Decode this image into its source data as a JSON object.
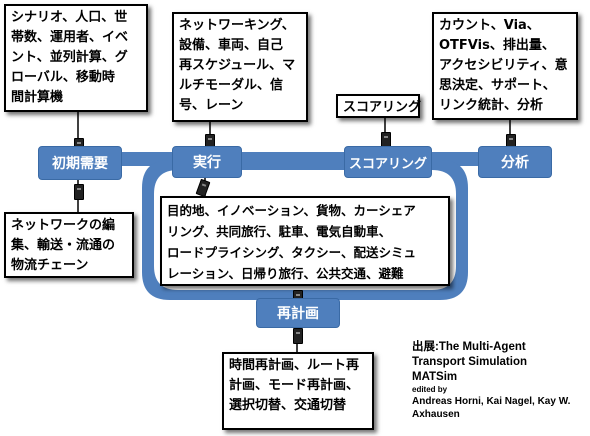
{
  "stages": {
    "initial_demand": "初期需要",
    "execution": "実行",
    "scoring": "スコアリング",
    "analysis": "分析",
    "replanning": "再計画"
  },
  "notes": {
    "initial_demand_inputs": "シナリオ、人口、世\n帯数、運用者、イベ\nント、並列計算、グ\nローバル、移動時\n間計算機",
    "execution_features": "ネットワーキング、\n設備、車両、自己\n再スケジュール、マ\nルチモーダル、信\n号、レーン",
    "scoring": "スコアリング",
    "analysis_features": "カウント、Via、\nOTFVis、排出量、\nアクセシビリティ、意\n思決定、サポート、\nリンク統計、分析",
    "network_editing": "ネットワークの編\n集、輸送・流通の\n物流チェーン",
    "center_extensions": "目的地、イノベーション、貨物、カーシェア\nリング、共同旅行、駐車、電気自動車、\nロードプライシング、タクシー、配送シミュ\nレーション、日帰り旅行、公共交通、避難",
    "replanning_features": "時間再計画、ルート再\n計画、モード再計画、\n選択切替、交通切替"
  },
  "source": {
    "line1": "出展:The Multi-Agent",
    "line2": "Transport Simulation",
    "line3": "MATSim",
    "edited_by": "edited by",
    "authors1": "Andreas Horni, Kai Nagel, Kay W.",
    "authors2": "Axhausen"
  },
  "colors": {
    "stage_fill": "#4f7fbd",
    "loop_fill": "#4f7fbd"
  }
}
